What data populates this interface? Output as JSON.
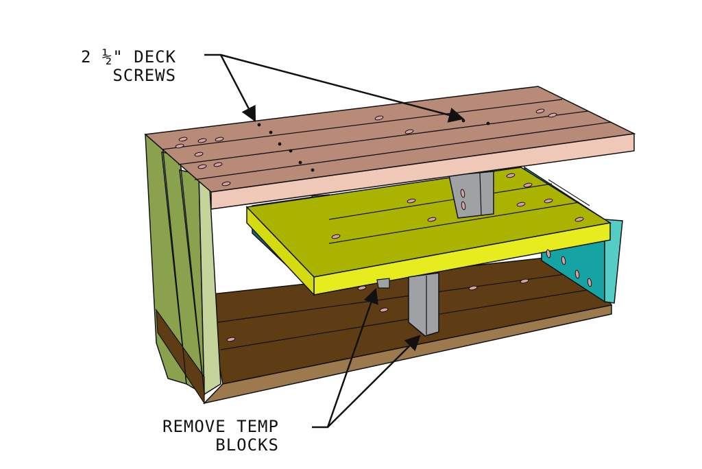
{
  "annotations": {
    "deck_screws": {
      "line1": "2 ½\" DECK",
      "line2": "SCREWS"
    },
    "temp_blocks": {
      "line1": "REMOVE TEMP",
      "line2": "BLOCKS"
    }
  },
  "colors": {
    "top_board": "#b88a78",
    "top_front_edge": "#f0c8b8",
    "middle_shelf": "#aab400",
    "middle_shelf_edge": "#e6ec1e",
    "bottom_board": "#5e3c14",
    "bottom_edge": "#9c7a4e",
    "side_panel_face": "#8aa24e",
    "side_panel_edge": "#c4d49a",
    "back_panel": "#14698f",
    "back_panel_light": "#5e9fcf",
    "right_panel": "#16a3a4",
    "right_panel_edge": "#55cdc6",
    "temp_block": "#9ea2a4",
    "screw_slot": "#d8a0a0",
    "outline": "#111111"
  }
}
